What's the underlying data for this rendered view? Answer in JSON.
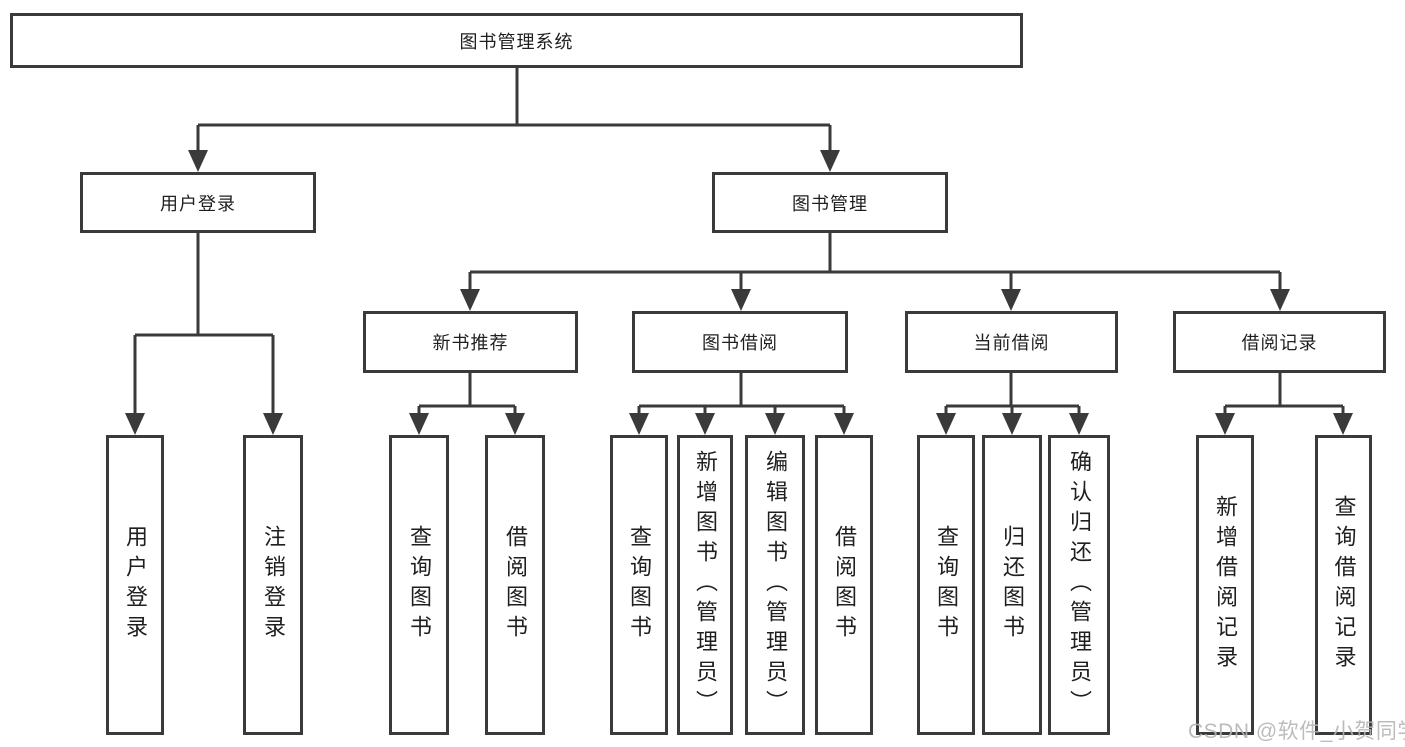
{
  "diagram": {
    "title": "图书管理系统",
    "nodes": {
      "root": "图书管理系统",
      "user_login": "用户登录",
      "book_mgmt": "图书管理",
      "new_books": "新书推荐",
      "book_borrow": "图书借阅",
      "current_borrow": "当前借阅",
      "borrow_records": "借阅记录",
      "ul_login": "用户登录",
      "ul_logout": "注销登录",
      "nb_query": "查询图书",
      "nb_borrow": "借阅图书",
      "bb_query": "查询图书",
      "bb_add": "新增图书（管理员）",
      "bb_edit": "编辑图书（管理员）",
      "bb_borrow": "借阅图书",
      "cb_query": "查询图书",
      "cb_return": "归还图书",
      "cb_confirm": "确认归还（管理员）",
      "br_add": "新增借阅记录",
      "br_query": "查询借阅记录"
    },
    "colors": {
      "line": "#3a3a3a",
      "box_border": "#3a3a3a",
      "text": "#1f1f1f",
      "background": "#ffffff",
      "watermark": "#b5b5b5"
    }
  },
  "watermark": "CSDN @软件_小贺同学"
}
